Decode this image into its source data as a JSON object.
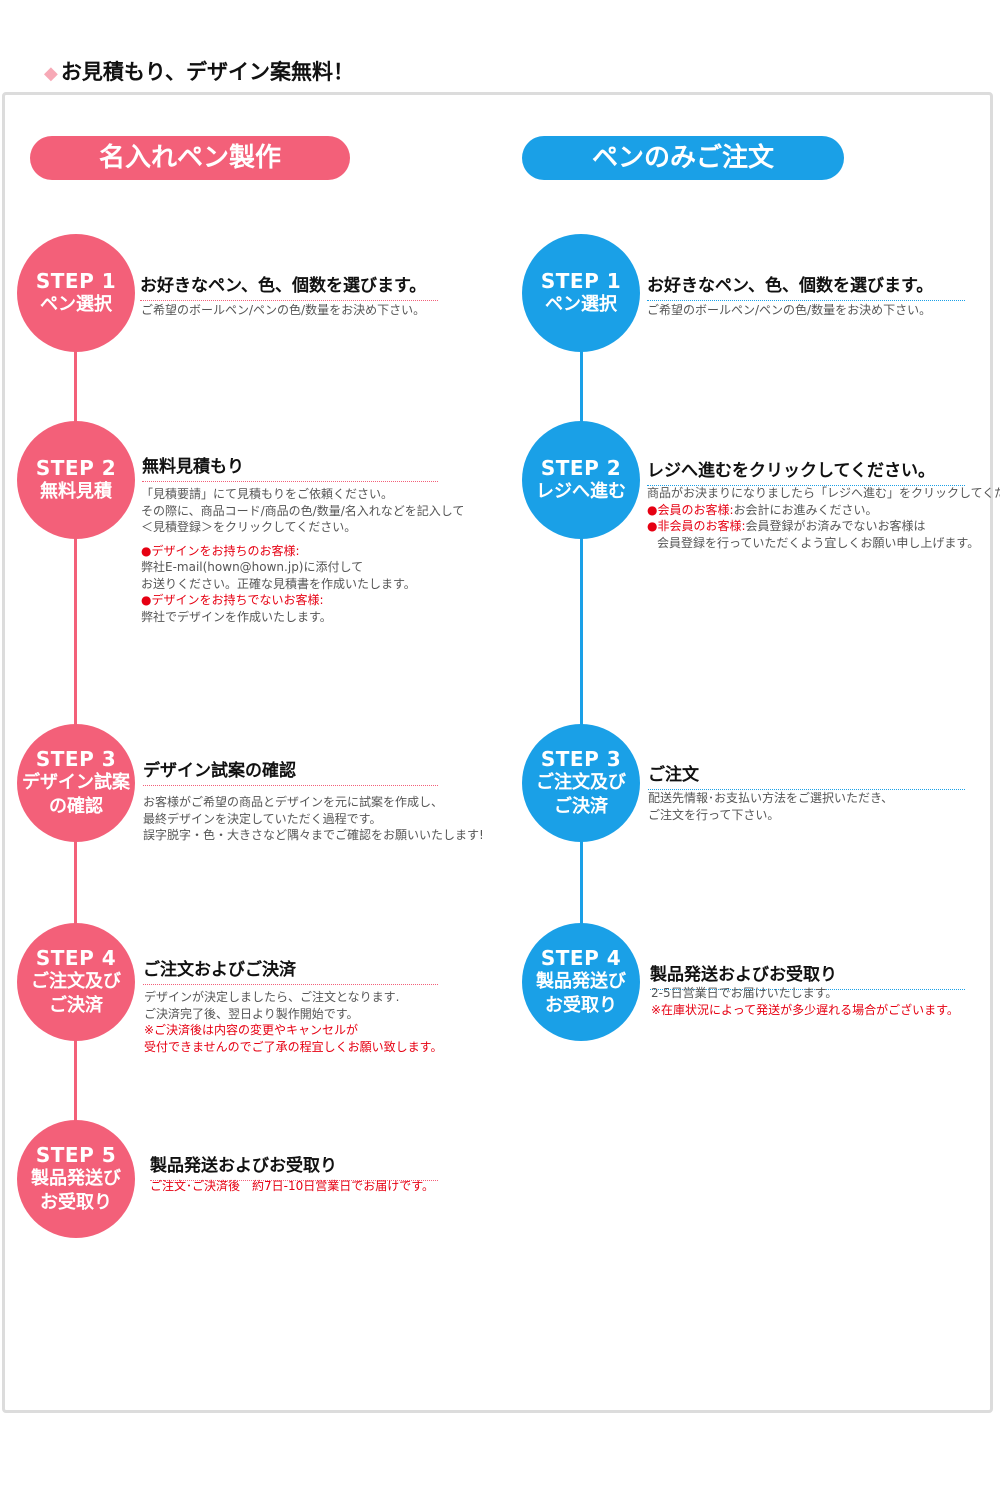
{
  "page_heading": "お見積もり、デザイン案無料！",
  "sections": {
    "left_title": "名入れペン製作",
    "right_title": "ペンのみご注文"
  },
  "left_steps": [
    {
      "num": "STEP 1",
      "label": [
        "ペン選択"
      ],
      "title": "お好きなペン、色、個数を選びます。",
      "body": [
        "ご希望のボールペン/ペンの色/数量をお決め下さい。"
      ]
    },
    {
      "num": "STEP 2",
      "label": [
        "無料見積"
      ],
      "title": "無料見積もり",
      "body": [
        "「見積要請」にて見積もりをご依頼ください。",
        "その際に、商品コード/商品の色/数量/名入れなどを記入して",
        "＜見積登録＞をクリックしてください。"
      ],
      "notes": [
        {
          "head": "●デザインをお持ちのお客様:",
          "lines": [
            "弊社E-mail(hown@hown.jp)に添付して",
            "お送りください。正確な見積書を作成いたします。"
          ]
        },
        {
          "head": "●デザインをお持ちでないお客様:",
          "lines": [
            "弊社でデザインを作成いたします。"
          ]
        }
      ]
    },
    {
      "num": "STEP 3",
      "label": [
        "デザイン試案",
        "の確認"
      ],
      "title": "デザイン試案の確認",
      "body": [
        "お客様がご希望の商品とデザインを元に試案を作成し、",
        "最終デザインを決定していただく過程です。",
        "誤字脱字・色・大きさなど隅々までご確認をお願いいたします!"
      ]
    },
    {
      "num": "STEP 4",
      "label": [
        "ご注文及び",
        "ご決済"
      ],
      "title": "ご注文およびご決済",
      "body": [
        "デザインが決定しましたら、ご注文となります.",
        "ご決済完了後、翌日より製作開始です。"
      ],
      "warning": [
        "※ご決済後は内容の変更やキャンセルが",
        "受付できませんのでご了承の程宜しくお願い致します。"
      ]
    },
    {
      "num": "STEP 5",
      "label": [
        "製品発送び",
        "お受取り"
      ],
      "title": "製品発送およびお受取り",
      "body": [],
      "warning": [
        "ご注文･ご決済後　約7日-10日営業日でお届けです。"
      ]
    }
  ],
  "right_steps": [
    {
      "num": "STEP 1",
      "label": [
        "ペン選択"
      ],
      "title": "お好きなペン、色、個数を選びます。",
      "body": [
        "ご希望のボールペン/ペンの色/数量をお決め下さい。"
      ]
    },
    {
      "num": "STEP 2",
      "label": [
        "レジへ進む"
      ],
      "title": "レジへ進むをクリックしてください。",
      "body": [
        "商品がお決まりになりましたら「レジへ進む」をクリックしてください。"
      ],
      "member_head": "●会員のお客様:",
      "member_text": "お会計にお進みください。",
      "nonmember_head": "●非会員のお客様:",
      "nonmember_text": "会員登録がお済みでないお客様は",
      "nonmember_cont": "会員登録を行っていただくよう宜しくお願い申し上げます。"
    },
    {
      "num": "STEP 3",
      "label": [
        "ご注文及び",
        "ご決済"
      ],
      "title": "ご注文",
      "body": [
        "配送先情報･お支払い方法をご選択いただき、",
        "ご注文を行って下さい。"
      ]
    },
    {
      "num": "STEP 4",
      "label": [
        "製品発送び",
        "お受取り"
      ],
      "title": "製品発送およびお受取り",
      "body": [
        "2-5日営業日でお届けいたします。"
      ],
      "warning": [
        "※在庫状況によって発送が多少遅れる場合がございます。"
      ]
    }
  ]
}
